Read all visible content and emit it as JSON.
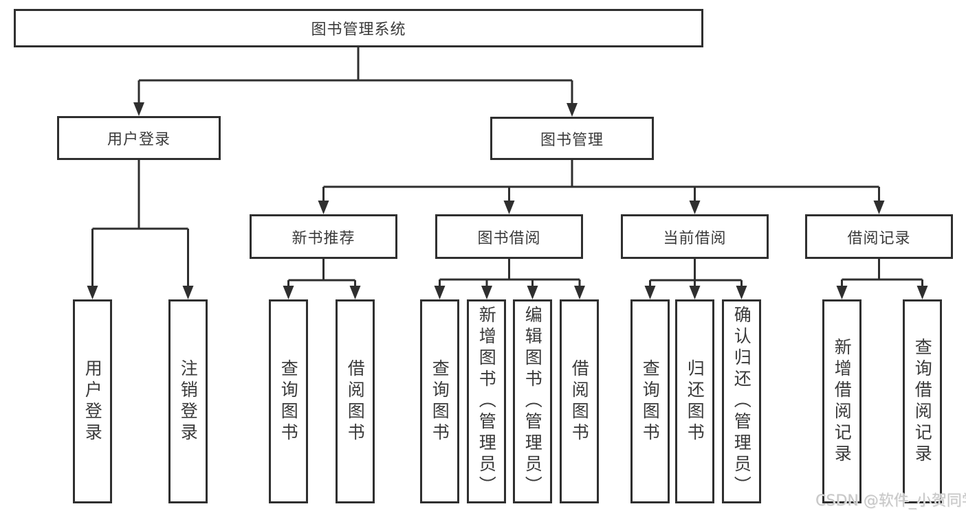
{
  "colors": {
    "line": "#2f2f2f",
    "text": "#3a3a3a",
    "background": "#ffffff",
    "watermark": "#c7c7c7"
  },
  "watermark": {
    "text": "CSDN @软件_小贺同学"
  },
  "tree": {
    "label": "图书管理系统",
    "children": [
      {
        "label": "用户登录",
        "children": [
          {
            "label": "用户登录"
          },
          {
            "label": "注销登录"
          }
        ]
      },
      {
        "label": "图书管理",
        "children": [
          {
            "label": "新书推荐",
            "children": [
              {
                "label": "查询图书"
              },
              {
                "label": "借阅图书"
              }
            ]
          },
          {
            "label": "图书借阅",
            "children": [
              {
                "label": "查询图书"
              },
              {
                "label": "新增图书（管理员）"
              },
              {
                "label": "编辑图书（管理员）"
              },
              {
                "label": "借阅图书"
              }
            ]
          },
          {
            "label": "当前借阅",
            "children": [
              {
                "label": "查询图书"
              },
              {
                "label": "归还图书"
              },
              {
                "label": "确认归还（管理员）"
              }
            ]
          },
          {
            "label": "借阅记录",
            "children": [
              {
                "label": "新增借阅记录"
              },
              {
                "label": "查询借阅记录"
              }
            ]
          }
        ]
      }
    ]
  }
}
